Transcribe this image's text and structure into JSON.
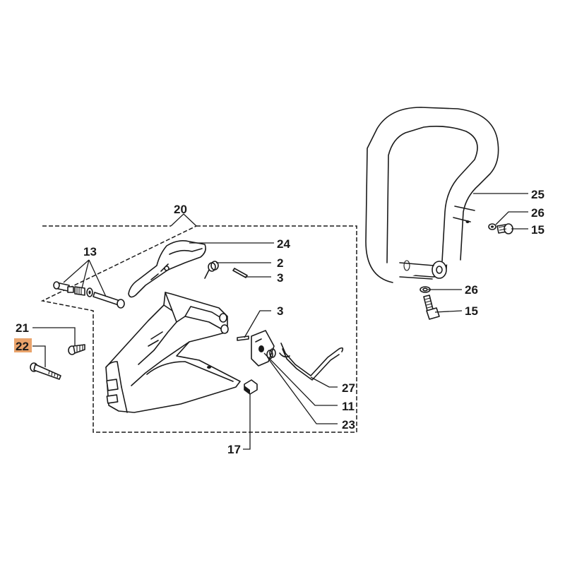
{
  "callouts": {
    "c20": "20",
    "c24": "24",
    "c2": "2",
    "c3a": "3",
    "c13": "13",
    "c3b": "3",
    "c21": "21",
    "c22": "22",
    "c27": "27",
    "c11": "11",
    "c23": "23",
    "c17": "17",
    "c25": "25",
    "c26a": "26",
    "c15a": "15",
    "c26b": "26",
    "c15b": "15"
  },
  "highlight": {
    "part": "22",
    "color": "#e9a36b"
  }
}
